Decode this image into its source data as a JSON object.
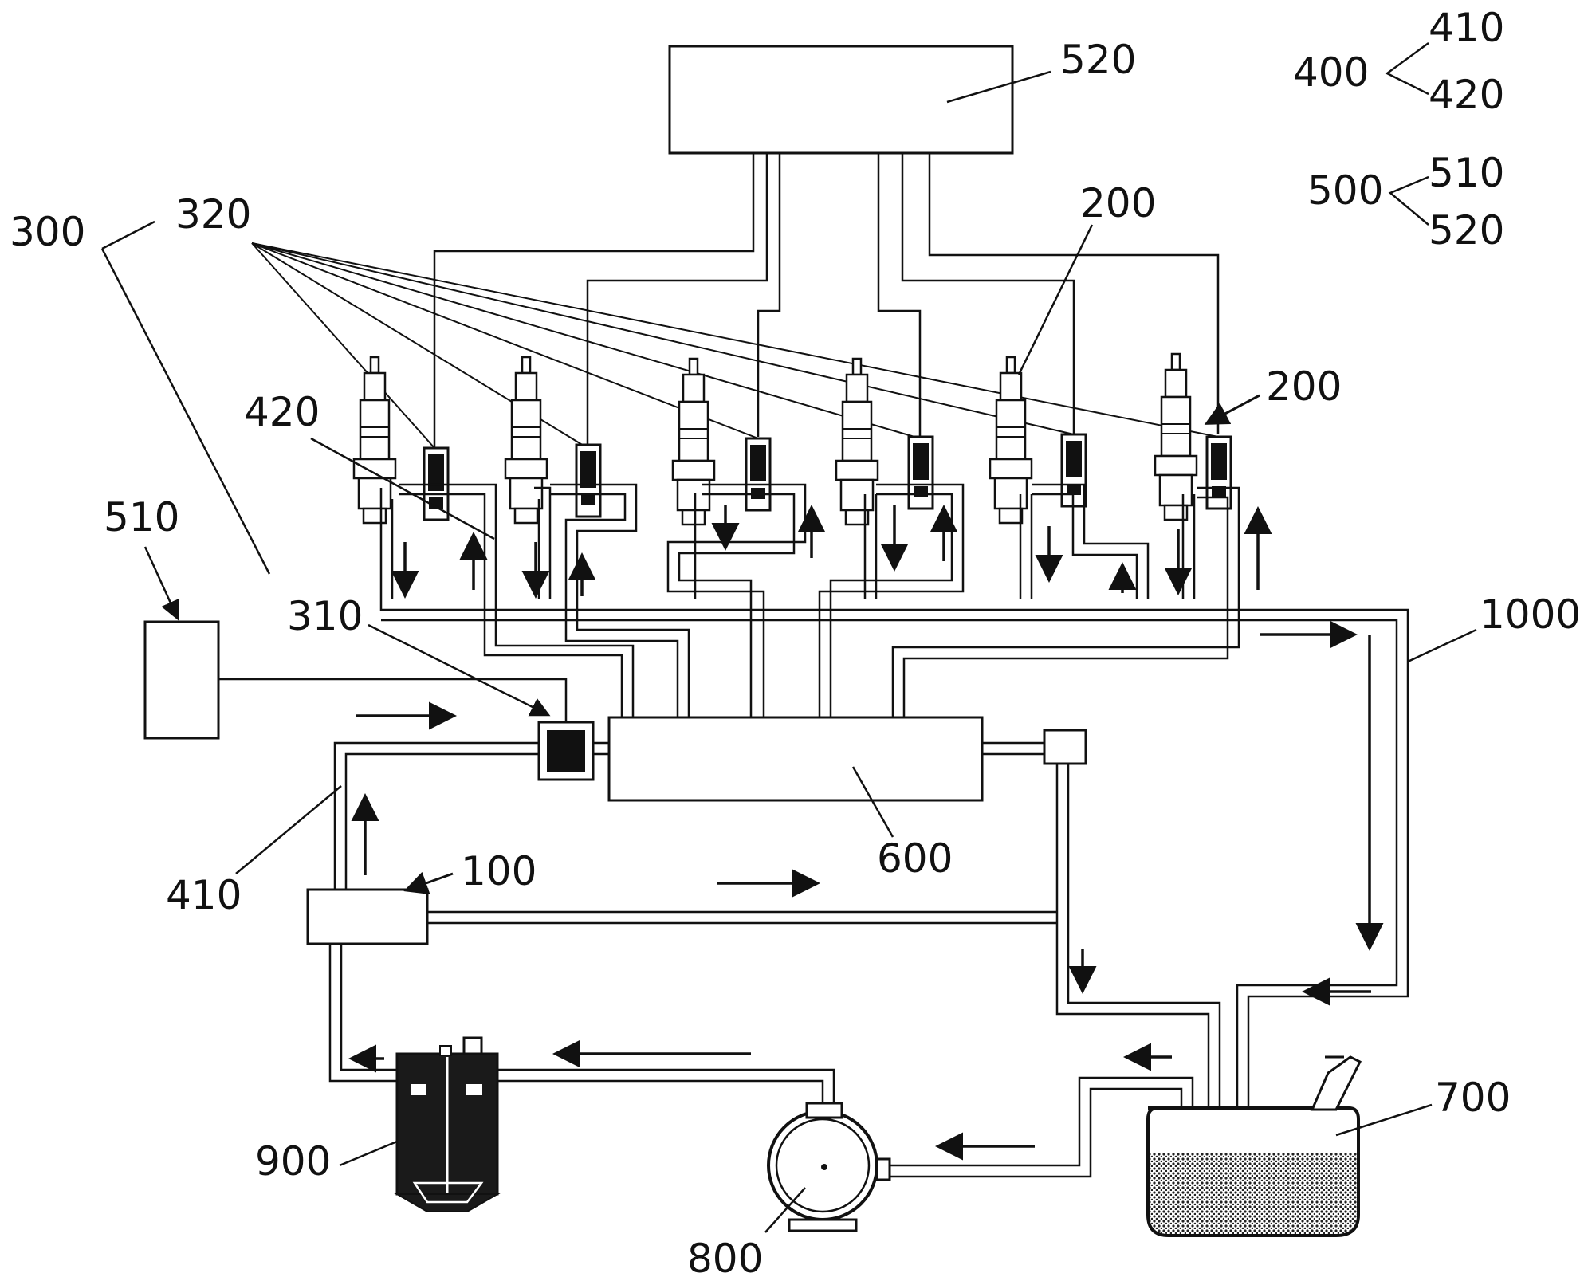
{
  "figure": {
    "labels": {
      "controller": "520",
      "legend_400": "400",
      "legend_410": "410",
      "legend_420": "420",
      "legend_500": "500",
      "legend_510": "510",
      "legend_520": "520",
      "system": "300",
      "sensors": "320",
      "injector": "200",
      "injector_arrow": "200",
      "return_line_group": "420",
      "sensor_box": "510",
      "valve": "310",
      "return_pipe": "1000",
      "rail": "600",
      "supply_line": "410",
      "pressure_unit": "100",
      "tank": "700",
      "pump": "800",
      "filter": "900"
    },
    "colors": {
      "ink": "#111111",
      "paper": "#ffffff",
      "fuel": "#333333"
    }
  }
}
